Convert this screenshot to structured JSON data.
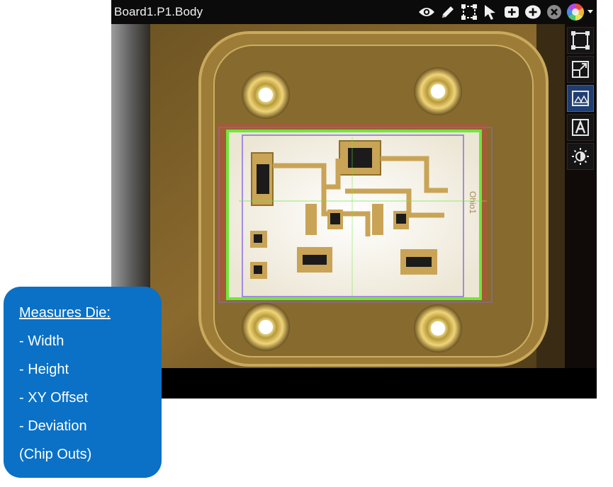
{
  "viewer": {
    "title": "Board1.P1.Body",
    "toolbar": {
      "items": [
        "eye-icon",
        "pencil-icon",
        "select-region-icon",
        "pointer-arrow-icon",
        "add-box-icon",
        "add-circle-icon",
        "close-circle-icon",
        "color-wheel-icon",
        "dropdown-arrow-icon"
      ]
    },
    "side_tools": [
      "fit-to-window-icon",
      "zoom-to-actual-icon",
      "overlay-shapes-icon",
      "text-annotation-icon",
      "brightness-icon"
    ],
    "side_tools_active": "overlay-shapes-icon",
    "die_label": "Ohio1",
    "colors": {
      "overlay_green": "#6ee83a",
      "overlay_purple": "#8a6de0",
      "gold": "#c7a34e",
      "active_tool": "#1e3e73"
    }
  },
  "callout": {
    "heading": "Measures Die:",
    "lines": [
      "- Width",
      "- Height",
      "- XY Offset",
      "- Deviation",
      "(Chip Outs)"
    ],
    "background": "#0a71c6"
  }
}
